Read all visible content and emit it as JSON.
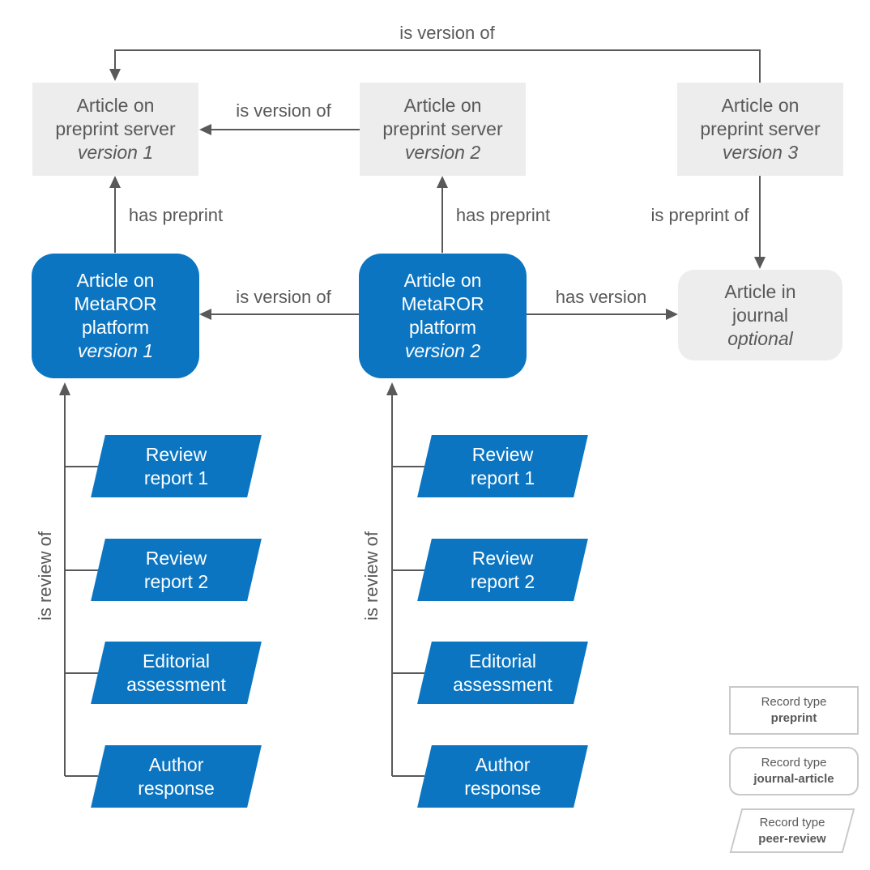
{
  "colors": {
    "node_blue": "#0b75c2",
    "node_gray": "#ededed",
    "text_dark": "#595959",
    "text_white": "#ffffff",
    "connector": "#595959",
    "legend_border": "#c9c9c9"
  },
  "nodes": {
    "preprint_v1": {
      "line1": "Article on",
      "line2": "preprint server",
      "line3": "version 1"
    },
    "preprint_v2": {
      "line1": "Article on",
      "line2": "preprint server",
      "line3": "version 2"
    },
    "preprint_v3": {
      "line1": "Article on",
      "line2": "preprint server",
      "line3": "version 3"
    },
    "metaror_v1": {
      "line1": "Article on",
      "line2": "MetaROR",
      "line3": "platform",
      "line4": "version 1"
    },
    "metaror_v2": {
      "line1": "Article on",
      "line2": "MetaROR",
      "line3": "platform",
      "line4": "version 2"
    },
    "journal": {
      "line1": "Article in",
      "line2": "journal",
      "line3": "optional"
    }
  },
  "reviews": {
    "column1": [
      {
        "line1": "Review",
        "line2": "report 1"
      },
      {
        "line1": "Review",
        "line2": "report 2"
      },
      {
        "line1": "Editorial",
        "line2": "assessment"
      },
      {
        "line1": "Author",
        "line2": "response"
      }
    ],
    "column2": [
      {
        "line1": "Review",
        "line2": "report 1"
      },
      {
        "line1": "Review",
        "line2": "report 2"
      },
      {
        "line1": "Editorial",
        "line2": "assessment"
      },
      {
        "line1": "Author",
        "line2": "response"
      }
    ]
  },
  "edge_labels": {
    "v3_to_v1": "is version of",
    "v2_to_v1": "is version of",
    "has_preprint_1": "has preprint",
    "has_preprint_2": "has preprint",
    "is_preprint_of": "is preprint of",
    "metaror_v2_to_v1": "is version of",
    "has_version": "has version",
    "is_review_of_1": "is review of",
    "is_review_of_2": "is review of"
  },
  "legend": [
    {
      "line1": "Record type",
      "line2": "preprint"
    },
    {
      "line1": "Record type",
      "line2": "journal-article"
    },
    {
      "line1": "Record type",
      "line2": "peer-review"
    }
  ]
}
